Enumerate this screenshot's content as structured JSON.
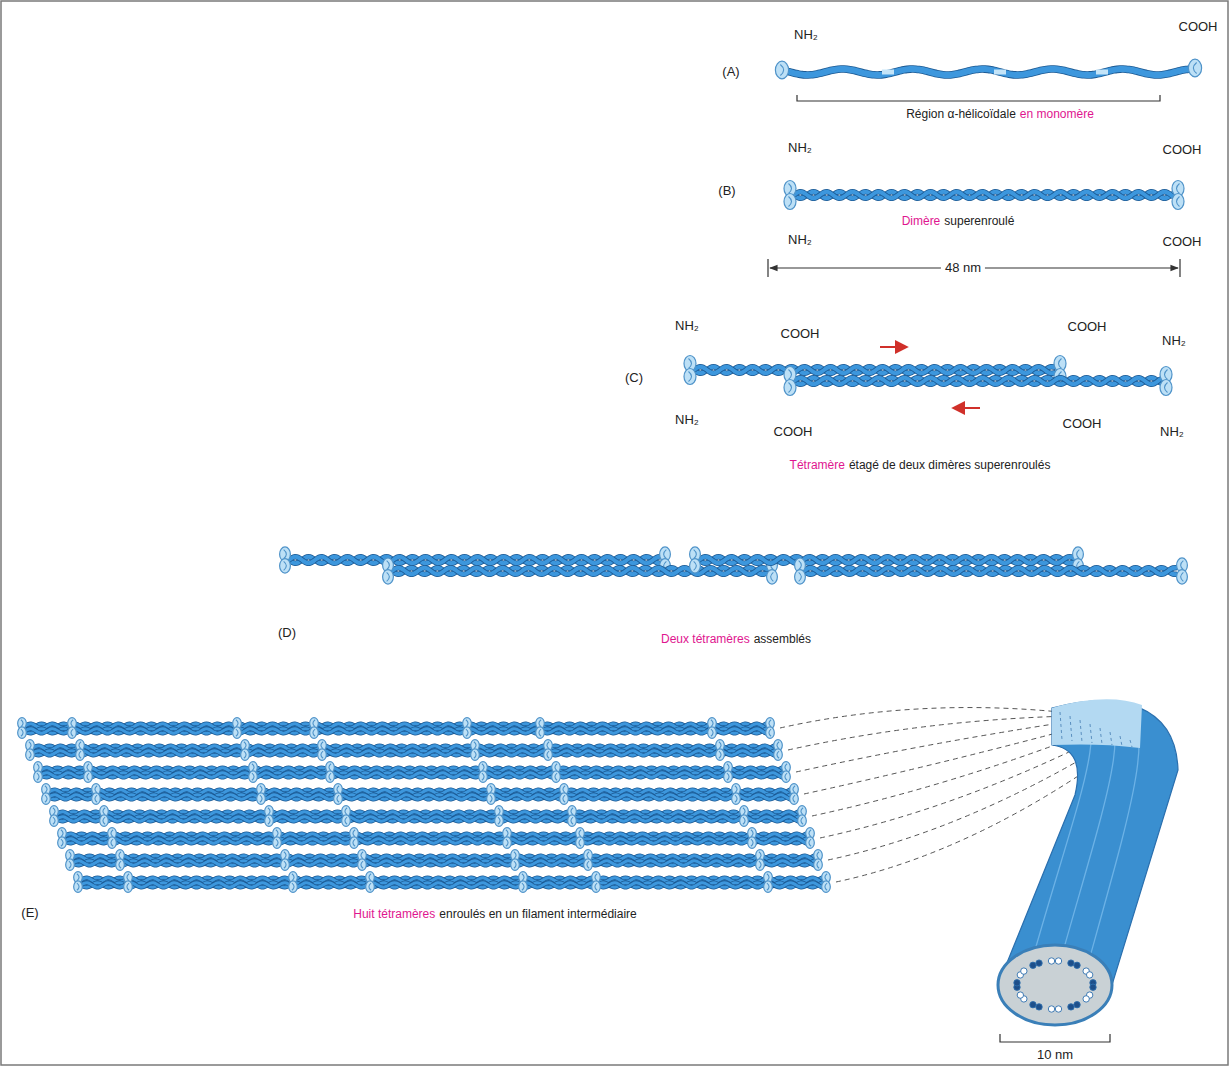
{
  "diagram": {
    "labels": [
      "NH₂",
      "COOH",
      "(A)",
      "Région α-hélicoïdale",
      "en monomère",
      "(B)",
      "NH₂",
      "COOH",
      "NH₂",
      "COOH",
      "Dimère",
      "superenroulé",
      "48 nm",
      "NH₂",
      "COOH",
      "COOH",
      "NH₂",
      "(C)",
      "NH₂",
      "COOH",
      "COOH",
      "NH₂",
      "Tétramère",
      "étagé de deux dimères superenroulés",
      "(D)",
      "Deux tétramères",
      "assemblés",
      "(E)",
      "Huit tétramères",
      "enroulés en un filament intermédiaire",
      "10 nm"
    ]
  }
}
